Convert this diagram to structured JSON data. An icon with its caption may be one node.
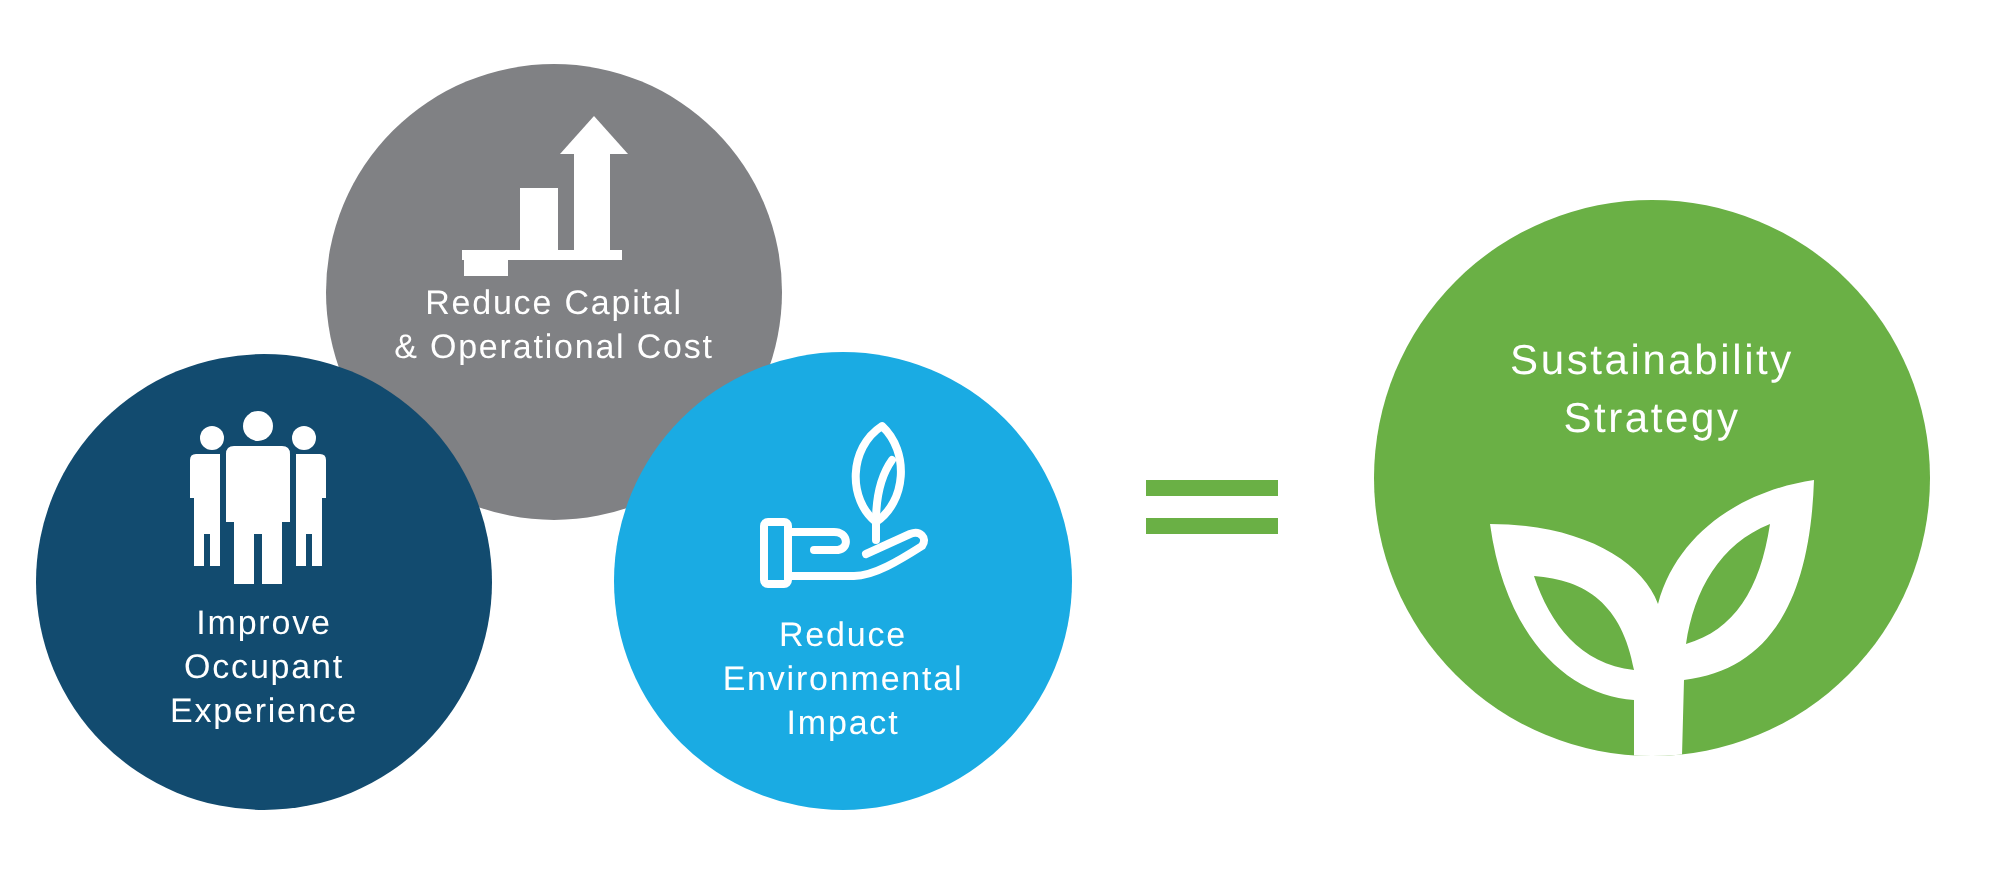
{
  "diagram": {
    "nodes": [
      {
        "text": [
          "Improve Occupant Experience"
        ]
      },
      {
        "text": [
          "Reduce Capital & Operational Cost"
        ]
      },
      {
        "text": [
          "Reduce Environmental Impact"
        ]
      },
      {
        "text": [
          "Sustainability Strategy"
        ]
      }
    ]
  }
}
